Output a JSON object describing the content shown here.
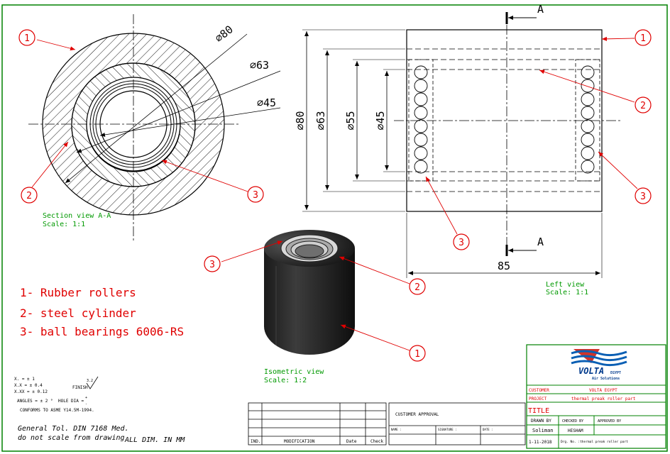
{
  "colors": {
    "frame": "#008000",
    "red": "#e00000",
    "green": "#009900",
    "ink": "#000000",
    "navy": "#003a8c"
  },
  "section_view": {
    "dims": [
      "⌀80",
      "⌀63",
      "⌀45"
    ],
    "title": "Section view A-A",
    "scale": "Scale:  1:1",
    "callouts": [
      "1",
      "2",
      "3"
    ]
  },
  "left_view": {
    "cut_label": "A",
    "dims_v": [
      "⌀80",
      "⌀63",
      "⌀55",
      "⌀45"
    ],
    "dim_h": "85",
    "title": "Left view",
    "scale": "Scale:  1:1",
    "callouts": [
      "1",
      "2",
      "3",
      "3"
    ]
  },
  "iso_view": {
    "title": "Isometric view",
    "scale": "Scale:  1:2",
    "callouts": [
      "3",
      "2",
      "1"
    ]
  },
  "legend": [
    "1- Rubber rollers",
    "2- steel cylinder",
    "3- ball bearings 6006-RS"
  ],
  "tolerances": {
    "x": "X.    = ± 1",
    "xx": "X.X   = ± 0.4",
    "xxx": "X.XX = ± 0.12",
    "finish_label": "FINISH",
    "finish_value": "3.2",
    "angles": "ANGLES = ± 2 °",
    "hole": "HOLE DIA = ",
    "hole_plus": "+",
    "hole_minus": "-",
    "conforms": "CONFORMS TO ASME Y14.5M-1994."
  },
  "general_notes": [
    "General Tol. DIN 7168 Med.",
    "do not scale from drawing"
  ],
  "units_note": "ALL DIM. IN MM",
  "revision_table": {
    "headers": [
      "IND.",
      "MODIFICATION",
      "Date",
      "Check"
    ]
  },
  "approval": {
    "title": "CUSTOMER APPROVAL",
    "name": "NAME :",
    "signature": "SIGNATURE :",
    "date": "DATE :"
  },
  "title_block": {
    "logo_text": "VOLTA",
    "logo_sup": "EGYPT",
    "logo_sub": "Air Solutions",
    "customer_label": "CUSTOMER",
    "customer_value": "VOLTA EGYPT",
    "project_label": "PROJECT",
    "project_value": "thermal preak roller part",
    "title_label": "TITLE",
    "drawn_by_label": "DRAWN BY",
    "checked_by_label": "CHECKED BY",
    "approved_by_label": "APPROVED BY",
    "drawn_by": "Soliman",
    "checked_by": "HESHAM",
    "date": "1-11-2018",
    "drg_no": "Drg. No. :thermal preak roller part"
  }
}
